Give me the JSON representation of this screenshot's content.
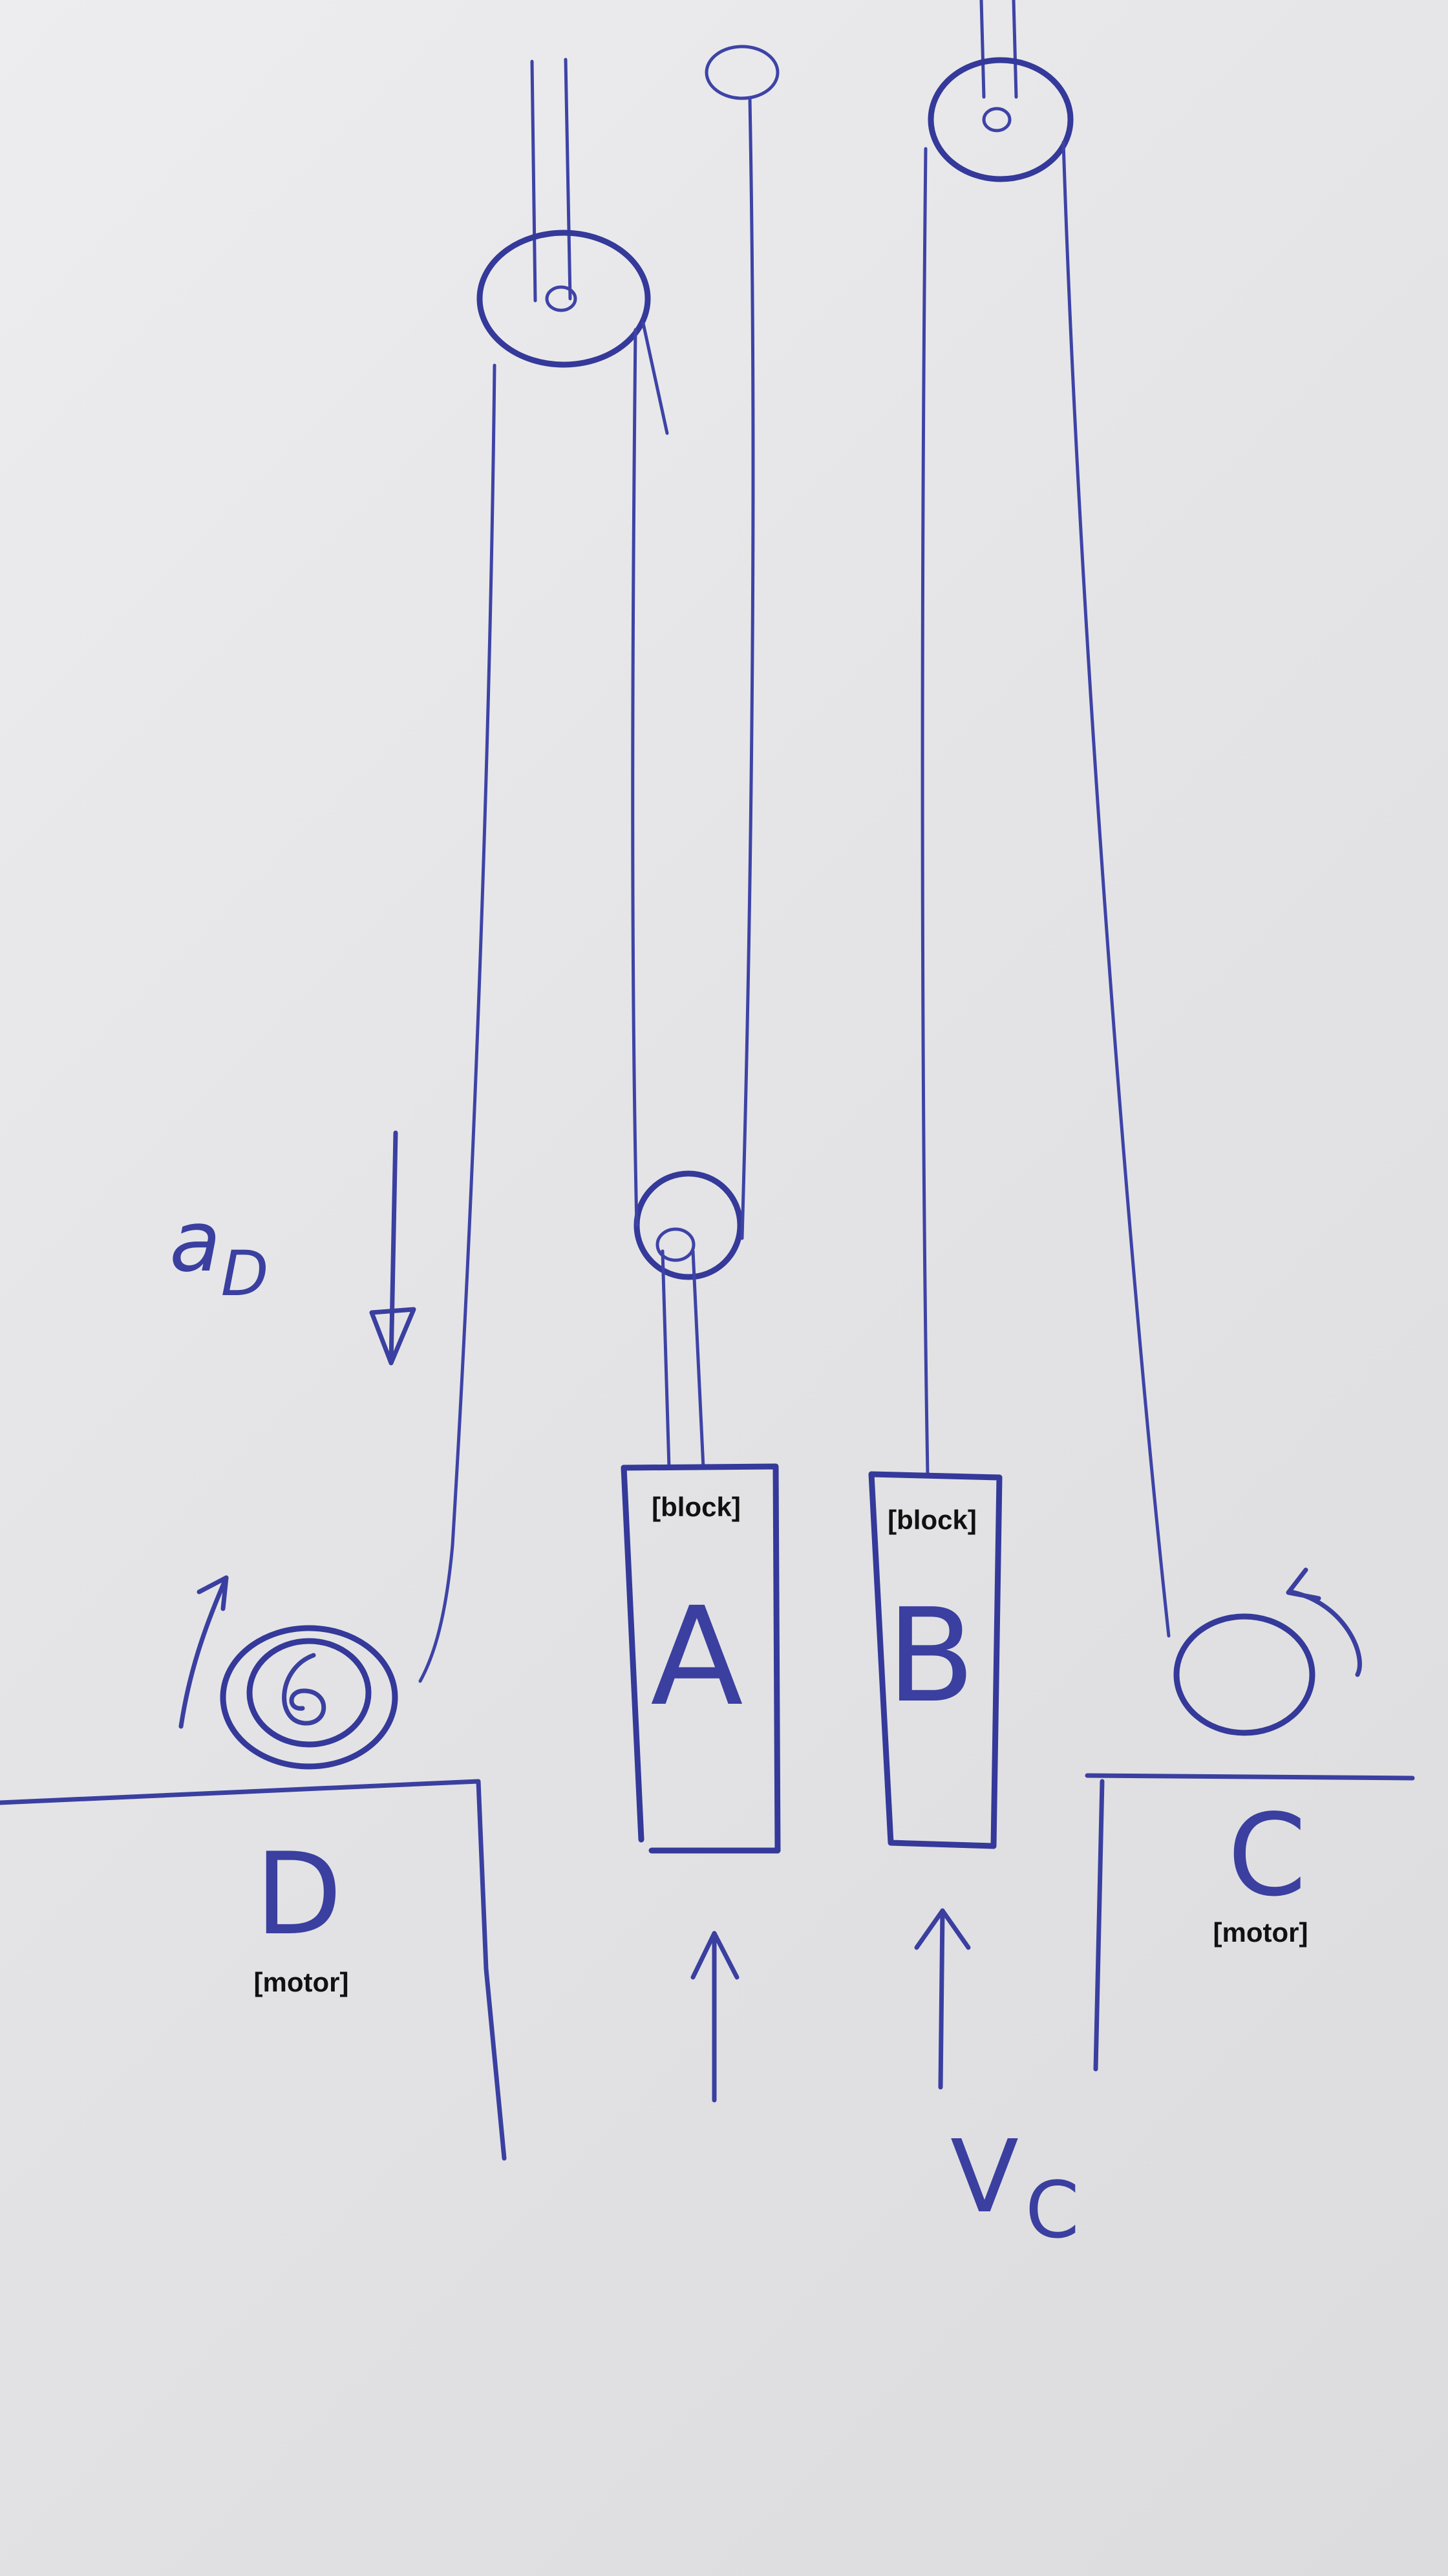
{
  "colors": {
    "ink": "#3a3fa0",
    "paper": "#e6e6e8",
    "tag_text": "#111111"
  },
  "labels": {
    "accel_main": "a",
    "accel_sub": "D",
    "block_a": "A",
    "block_b": "B",
    "motor_d": "D",
    "motor_c": "C",
    "vel_main": "V",
    "vel_sub": "C"
  },
  "tags": {
    "block_a": "[block]",
    "block_b": "[block]",
    "motor_d": "[motor]",
    "motor_c": "[motor]"
  }
}
